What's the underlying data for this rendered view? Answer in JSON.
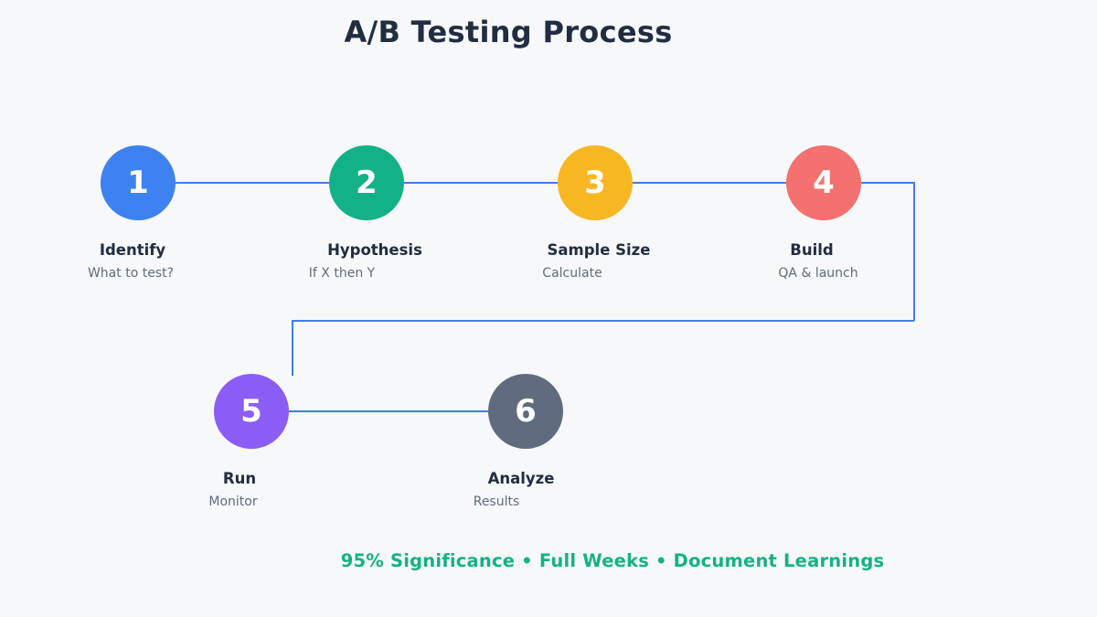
{
  "title": "A/B Testing Process",
  "steps": [
    {
      "number": "1",
      "label": "Identify",
      "sublabel": "What to test?",
      "color": "#3d82f0"
    },
    {
      "number": "2",
      "label": "Hypothesis",
      "sublabel": "If X then Y",
      "color": "#13b286"
    },
    {
      "number": "3",
      "label": "Sample Size",
      "sublabel": "Calculate",
      "color": "#f6b722"
    },
    {
      "number": "4",
      "label": "Build",
      "sublabel": "QA & launch",
      "color": "#f47170"
    },
    {
      "number": "5",
      "label": "Run",
      "sublabel": "Monitor",
      "color": "#8c5cf6"
    },
    {
      "number": "6",
      "label": "Analyze",
      "sublabel": "Results",
      "color": "#5f6c80"
    }
  ],
  "footer": {
    "note": "95% Significance • Full Weeks • Document Learnings",
    "color": "#12b384"
  },
  "colors": {
    "background": "#f7f8fa",
    "connector": "#3f7de8",
    "heading": "#212d42",
    "sublabel": "#5f6b80",
    "number": "#ffffff"
  }
}
